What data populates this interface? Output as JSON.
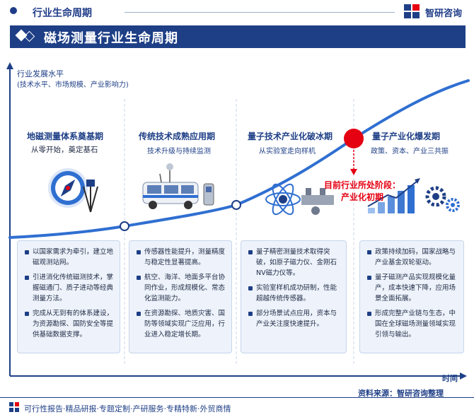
{
  "header": {
    "section_title": "行业生命周期",
    "logo_text": "智研咨询"
  },
  "banner": {
    "title": "磁场测量行业生命周期"
  },
  "axes": {
    "y_title": "行业发展水平",
    "y_subtitle": "(技术水平、市场规模、产业影响力)",
    "x_title": "时间"
  },
  "stages": [
    {
      "title": "地磁测量体系奠基期",
      "subtitle": "从零开始，奠定基石",
      "bullets": [
        "以国家需求为牵引，建立地磁观测站网。",
        "引进消化传统磁测技术，掌握磁通门、质子进动等经典测量方法。",
        "完成从无到有的体系建设，为资源勘探、国防安全等提供基础数据支撑。"
      ]
    },
    {
      "title": "传统技术成熟应用期",
      "subtitle": "技术升级与持续监测",
      "bullets": [
        "传感器性能提升，测量精度与稳定性显著提高。",
        "航空、海洋、地面多平台协同作业，形成规模化、常态化监测能力。",
        "在资源勘探、地质灾害、国防等领域实现广泛应用，行业进入稳定增长期。"
      ]
    },
    {
      "title": "量子技术产业化破冰期",
      "subtitle": "从实验室走向样机",
      "bullets": [
        "量子精密测量技术取得突破，如原子磁力仪、金刚石NV磁力仪等。",
        "实验室样机成功研制，性能超越传统传感器。",
        "部分场景试点应用，资本与产业关注度快速提升。"
      ]
    },
    {
      "title": "量子产业化爆发期",
      "subtitle": "政策、资本、产业三共振",
      "bullets": [
        "政策持续加码，国家战略与产业基金双轮驱动。",
        "量子磁测产品实现规模化量产，成本快速下降，应用场景全面拓展。",
        "形成完整产业链与生态，中国在全球磁场测量领域实现引领与输出。"
      ]
    }
  ],
  "current_stage_marker": {
    "line1": "目前行业所处阶段：",
    "line2": "产业化初期"
  },
  "source": "资料来源：智研咨询整理",
  "footer": "可行性报告·精品研报·专题定制·产研服务·专精特新·外贸商情",
  "colors": {
    "primary": "#1e3f86",
    "curve": "#2f6fd1",
    "highlight": "#e50012",
    "card_bg": "#eef3fb"
  },
  "icons": [
    "compass-icon",
    "survey-van-icon",
    "atom-icon",
    "growth-bars-icon",
    "gears-icon",
    "logo-icon"
  ]
}
